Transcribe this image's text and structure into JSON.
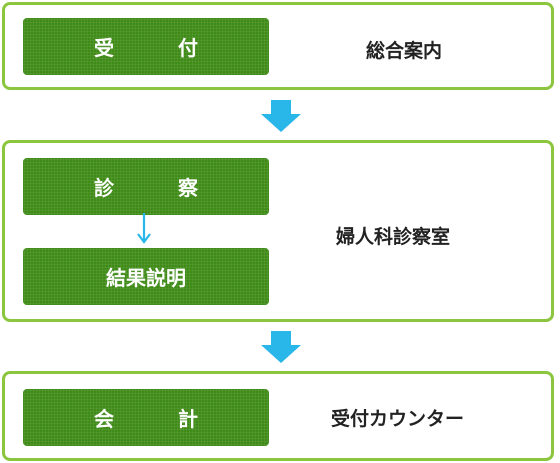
{
  "steps": [
    {
      "label": "受　付",
      "location": "総合案内"
    },
    {
      "label": "診　察",
      "sub_label": "結果説明",
      "location": "婦人科診察室"
    },
    {
      "label": "会　計",
      "location": "受付カウンター"
    }
  ],
  "colors": {
    "panel_border": "#8cc63f",
    "step_fill": "#3f8b18",
    "arrow": "#29b6e8",
    "text": "#222222"
  }
}
